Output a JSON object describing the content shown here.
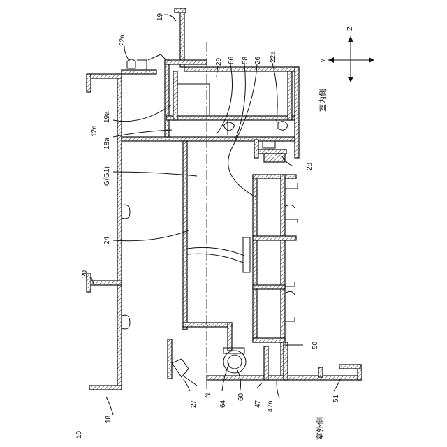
{
  "figure_number": "10",
  "orientation": {
    "side_indoor": "室内側",
    "side_outdoor": "室外側",
    "axis_z": "Z",
    "axis_y": "Y"
  },
  "section_line": "N",
  "labels": {
    "l19": "19",
    "l22a_top": "22a",
    "l29": "29",
    "l66": "66",
    "l58": "58",
    "l26": "26",
    "l22a_right": "22a",
    "l12a": "12a",
    "l19a": "19a",
    "l18a": "18a",
    "l28": "28",
    "lG": "G(G1)",
    "l24": "24",
    "l20": "20",
    "l50": "50",
    "l18": "18",
    "l27": "27",
    "l64": "64",
    "l60": "60",
    "l47": "47",
    "l47a": "47a",
    "l51": "51"
  }
}
